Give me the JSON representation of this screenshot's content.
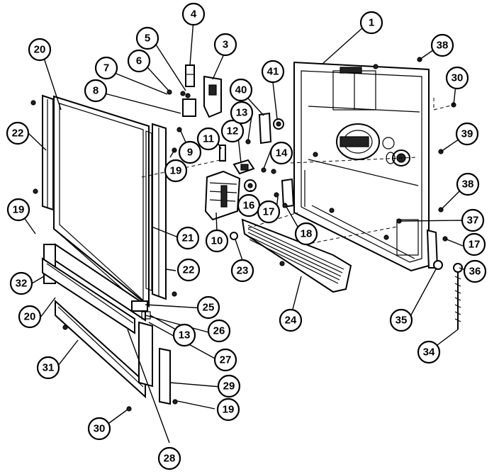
{
  "diagram": {
    "callouts": [
      {
        "id": "c1",
        "label": "1"
      },
      {
        "id": "c3",
        "label": "3"
      },
      {
        "id": "c4",
        "label": "4"
      },
      {
        "id": "c5",
        "label": "5"
      },
      {
        "id": "c6",
        "label": "6"
      },
      {
        "id": "c7",
        "label": "7"
      },
      {
        "id": "c8",
        "label": "8"
      },
      {
        "id": "c9",
        "label": "9"
      },
      {
        "id": "c10",
        "label": "10"
      },
      {
        "id": "c11",
        "label": "11"
      },
      {
        "id": "c12",
        "label": "12"
      },
      {
        "id": "c13a",
        "label": "13"
      },
      {
        "id": "c13b",
        "label": "13"
      },
      {
        "id": "c14",
        "label": "14"
      },
      {
        "id": "c16",
        "label": "16"
      },
      {
        "id": "c17a",
        "label": "17"
      },
      {
        "id": "c17b",
        "label": "17"
      },
      {
        "id": "c18",
        "label": "18"
      },
      {
        "id": "c19a",
        "label": "19"
      },
      {
        "id": "c19b",
        "label": "19"
      },
      {
        "id": "c19c",
        "label": "19"
      },
      {
        "id": "c20a",
        "label": "20"
      },
      {
        "id": "c20b",
        "label": "20"
      },
      {
        "id": "c21",
        "label": "21"
      },
      {
        "id": "c22a",
        "label": "22"
      },
      {
        "id": "c22b",
        "label": "22"
      },
      {
        "id": "c23",
        "label": "23"
      },
      {
        "id": "c24",
        "label": "24"
      },
      {
        "id": "c25",
        "label": "25"
      },
      {
        "id": "c26",
        "label": "26"
      },
      {
        "id": "c27",
        "label": "27"
      },
      {
        "id": "c28",
        "label": "28"
      },
      {
        "id": "c29",
        "label": "29"
      },
      {
        "id": "c30a",
        "label": "30"
      },
      {
        "id": "c30b",
        "label": "30"
      },
      {
        "id": "c31",
        "label": "31"
      },
      {
        "id": "c32",
        "label": "32"
      },
      {
        "id": "c34",
        "label": "34"
      },
      {
        "id": "c35",
        "label": "35"
      },
      {
        "id": "c36",
        "label": "36"
      },
      {
        "id": "c37",
        "label": "37"
      },
      {
        "id": "c38a",
        "label": "38"
      },
      {
        "id": "c38b",
        "label": "38"
      },
      {
        "id": "c39",
        "label": "39"
      },
      {
        "id": "c40",
        "label": "40"
      },
      {
        "id": "c41",
        "label": "41"
      }
    ]
  }
}
